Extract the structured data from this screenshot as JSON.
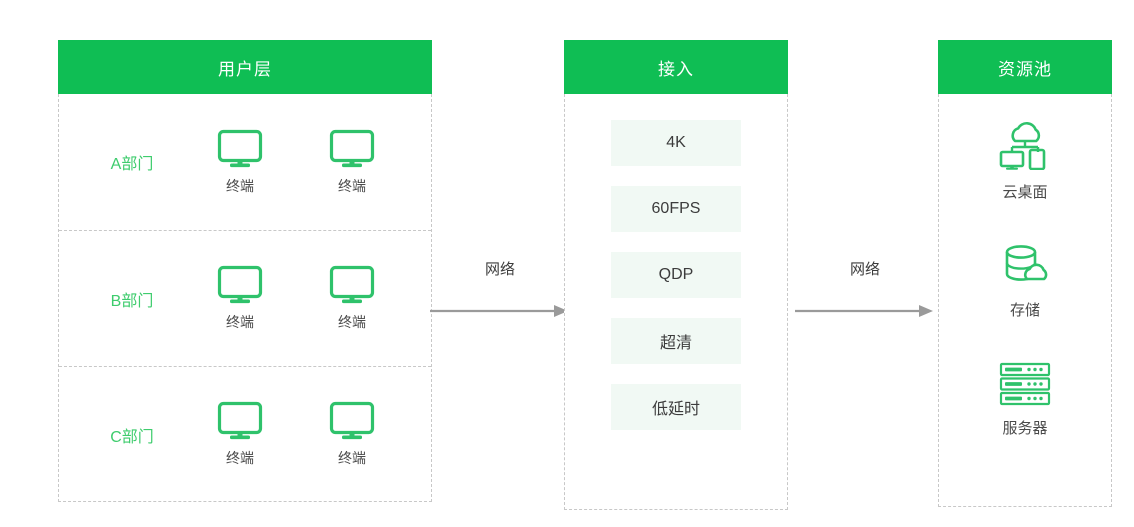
{
  "columns": {
    "user": {
      "title": "用户层",
      "departments": [
        {
          "name": "A部门",
          "terminals": [
            {
              "label": "终端",
              "icon": "monitor-icon"
            },
            {
              "label": "终端",
              "icon": "monitor-icon"
            }
          ]
        },
        {
          "name": "B部门",
          "terminals": [
            {
              "label": "终端",
              "icon": "monitor-icon"
            },
            {
              "label": "终端",
              "icon": "monitor-icon"
            }
          ]
        },
        {
          "name": "C部门",
          "terminals": [
            {
              "label": "终端",
              "icon": "monitor-icon"
            },
            {
              "label": "终端",
              "icon": "monitor-icon"
            }
          ]
        }
      ]
    },
    "access": {
      "title": "接入",
      "tags": [
        "4K",
        "60FPS",
        "QDP",
        "超清",
        "低延时"
      ]
    },
    "resource": {
      "title": "资源池",
      "items": [
        {
          "label": "云桌面",
          "icon": "cloud-desktop-icon"
        },
        {
          "label": "存储",
          "icon": "cloud-storage-icon"
        },
        {
          "label": "服务器",
          "icon": "server-rack-icon"
        }
      ]
    }
  },
  "connectors": [
    {
      "label": "网络",
      "icon": "arrow-right-icon"
    },
    {
      "label": "网络",
      "icon": "arrow-right-icon"
    }
  ],
  "colors": {
    "header_green": "#0FBE54",
    "icon_green": "#2FC26B",
    "dept_label_green": "#3ECC6D",
    "tag_background": "#F1F9F4",
    "dashed_border": "#c8c8c8",
    "arrow_gray": "#9a9a9a",
    "text_dark": "#3c3c3c",
    "background": "#ffffff"
  }
}
